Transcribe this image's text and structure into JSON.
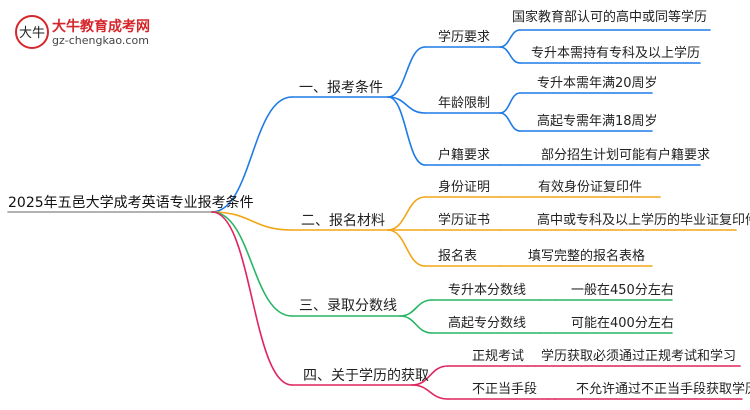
{
  "logo": {
    "title": "大牛教育成考网",
    "url": "gz-chengkao.com",
    "mark_text": "大牛",
    "colors": {
      "red": "#d4262b",
      "dark": "#333333"
    }
  },
  "root": {
    "label": "2025年五邑大学成考英语专业报考条件"
  },
  "branches": [
    {
      "label": "一、报考条件",
      "color": "#1e7be6",
      "children": [
        {
          "label": "学历要求",
          "children": [
            "国家教育部认可的高中或同等学历",
            "专升本需持有专科及以上学历"
          ]
        },
        {
          "label": "年龄限制",
          "children": [
            "专升本需年满20周岁",
            "高起专需年满18周岁"
          ]
        },
        {
          "label": "户籍要求",
          "children": [
            "部分招生计划可能有户籍要求"
          ]
        }
      ]
    },
    {
      "label": "二、报名材料",
      "color": "#f2a516",
      "children": [
        {
          "label": "身份证明",
          "children": [
            "有效身份证复印件"
          ]
        },
        {
          "label": "学历证书",
          "children": [
            "高中或专科及以上学历的毕业证复印件"
          ]
        },
        {
          "label": "报名表",
          "children": [
            "填写完整的报名表格"
          ]
        }
      ]
    },
    {
      "label": "三、录取分数线",
      "color": "#27b563",
      "children": [
        {
          "label": "专升本分数线",
          "children": [
            "一般在450分左右"
          ]
        },
        {
          "label": "高起专分数线",
          "children": [
            "可能在400分左右"
          ]
        }
      ]
    },
    {
      "label": "四、关于学历的获取",
      "color": "#e0245e",
      "children": [
        {
          "label": "正规考试",
          "children": [
            "学历获取必须通过正规考试和学习"
          ]
        },
        {
          "label": "不正当手段",
          "children": [
            "不允许通过不正当手段获取学历"
          ]
        }
      ]
    }
  ]
}
